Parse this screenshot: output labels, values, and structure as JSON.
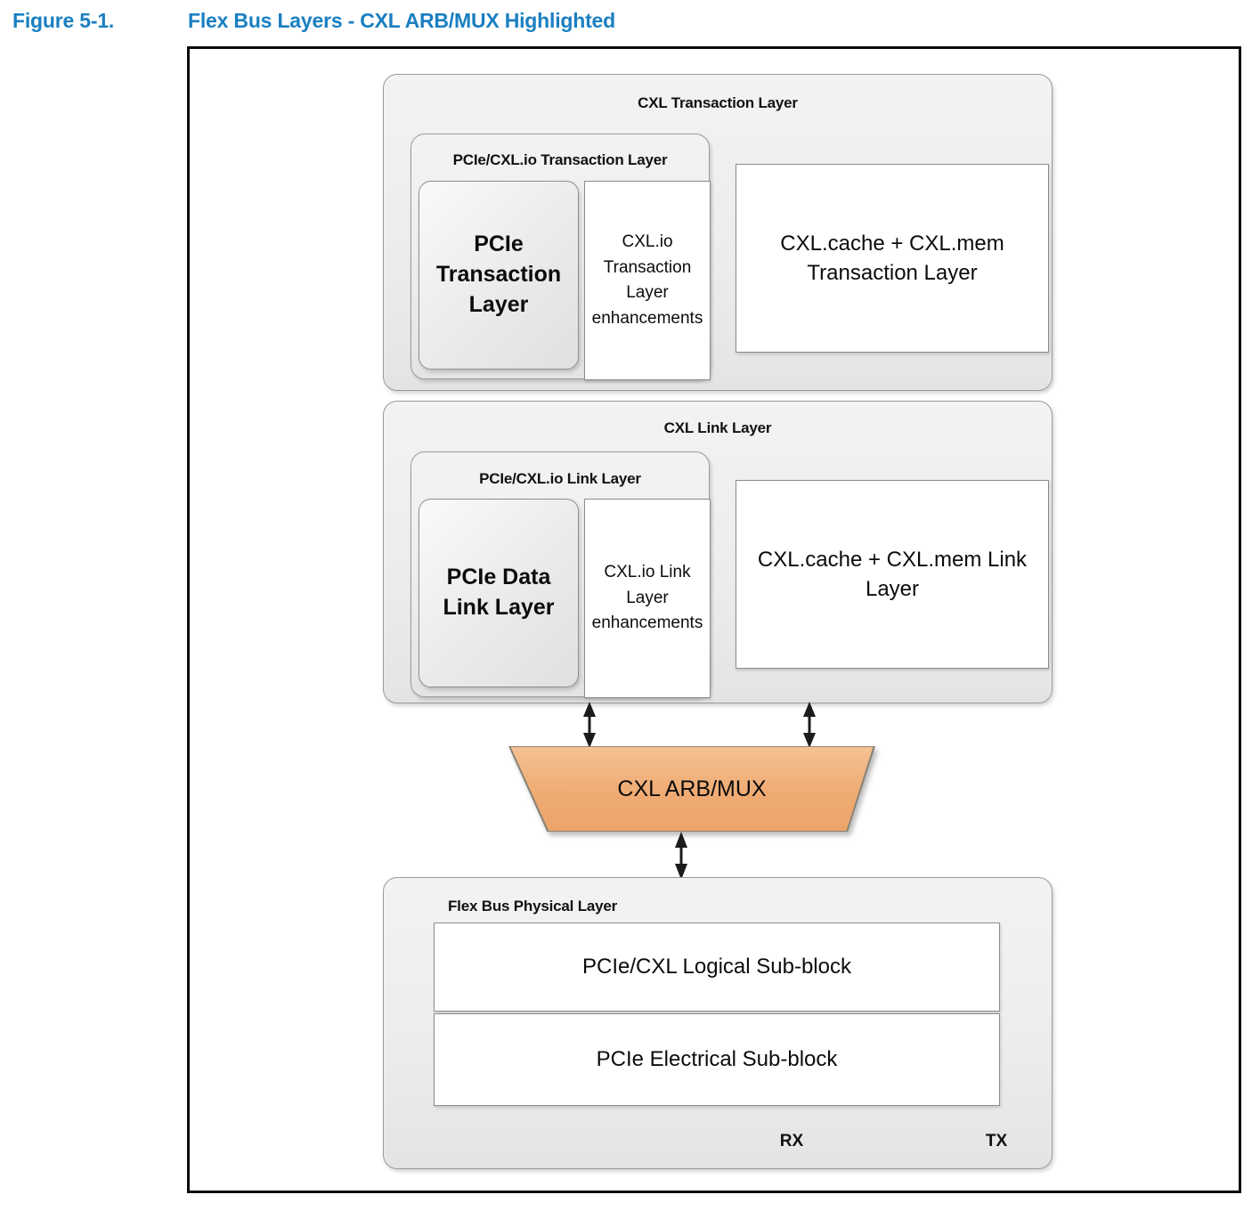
{
  "caption": {
    "figure_number": "Figure 5-1.",
    "title": "Flex Bus Layers - CXL ARB/MUX Highlighted",
    "color": "#1a7fc1"
  },
  "diagram": {
    "transaction_layer": {
      "title": "CXL Transaction Layer",
      "pcie_cxlio_panel": {
        "title": "PCIe/CXL.io Transaction Layer",
        "pcie_block": "PCIe Transaction Layer",
        "enhancements_block": "CXL.io Transaction Layer enhancements"
      },
      "cache_mem_block": "CXL.cache + CXL.mem Transaction Layer"
    },
    "link_layer": {
      "title": "CXL Link Layer",
      "pcie_cxlio_panel": {
        "title": "PCIe/CXL.io Link Layer",
        "pcie_block": "PCIe Data Link Layer",
        "enhancements_block": "CXL.io Link Layer enhancements"
      },
      "cache_mem_block": "CXL.cache + CXL.mem Link Layer"
    },
    "arb_mux": {
      "label": "CXL ARB/MUX",
      "fill_color": "#efab73",
      "border_color": "#8a8377",
      "shape": "trapezoid"
    },
    "physical_layer": {
      "title": "Flex Bus Physical Layer",
      "logical_sub_block": "PCIe/CXL Logical Sub-block",
      "electrical_sub_block": "PCIe Electrical Sub-block",
      "rx_label": "RX",
      "tx_label": "TX"
    },
    "connectors": [
      {
        "name": "link-to-arbmux-left",
        "type": "double-arrow"
      },
      {
        "name": "link-to-arbmux-right",
        "type": "double-arrow"
      },
      {
        "name": "arbmux-to-phy",
        "type": "double-arrow"
      }
    ]
  }
}
